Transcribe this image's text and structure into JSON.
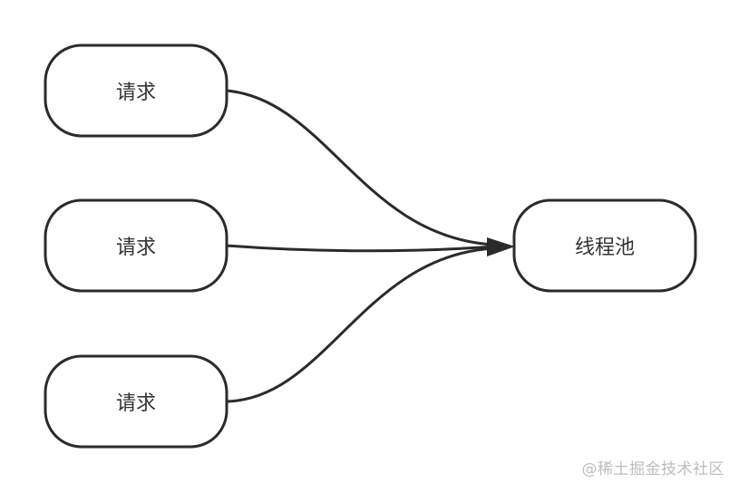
{
  "nodes": {
    "request_1": {
      "label": "请求"
    },
    "request_2": {
      "label": "请求"
    },
    "request_3": {
      "label": "请求"
    },
    "thread_pool": {
      "label": "线程池"
    }
  },
  "watermark": "@稀土掘金技术社区",
  "colors": {
    "stroke": "#2b2b2b",
    "text": "#333333",
    "watermark": "#bdbdbd",
    "background": "#ffffff"
  }
}
